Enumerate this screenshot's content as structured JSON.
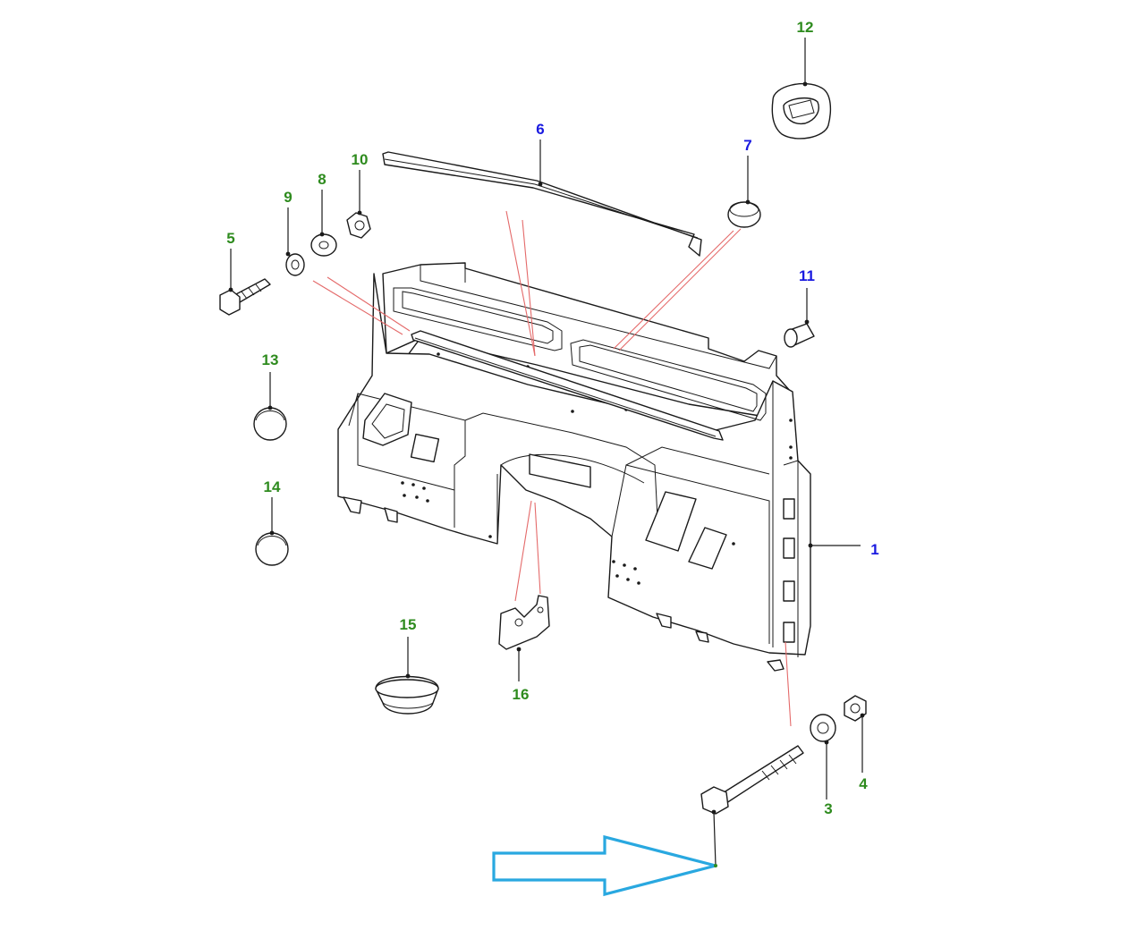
{
  "diagram": {
    "colors": {
      "label_green": "#2e8b1e",
      "label_blue": "#1a1ae0",
      "arrow_blue": "#29a8e0",
      "reference_line": "#e46a6a",
      "line_art": "#1a1a1a"
    },
    "callouts": [
      {
        "id": "1",
        "color": "blue"
      },
      {
        "id": "3",
        "color": "green"
      },
      {
        "id": "4",
        "color": "green"
      },
      {
        "id": "5",
        "color": "green"
      },
      {
        "id": "6",
        "color": "blue"
      },
      {
        "id": "7",
        "color": "blue"
      },
      {
        "id": "8",
        "color": "green"
      },
      {
        "id": "9",
        "color": "green"
      },
      {
        "id": "10",
        "color": "green"
      },
      {
        "id": "11",
        "color": "blue"
      },
      {
        "id": "12",
        "color": "green"
      },
      {
        "id": "13",
        "color": "green"
      },
      {
        "id": "14",
        "color": "green"
      },
      {
        "id": "15",
        "color": "green"
      },
      {
        "id": "16",
        "color": "green"
      }
    ],
    "highlight_arrow": {
      "points_to": "bolt",
      "icon": "hollow-arrow-right-icon"
    }
  }
}
